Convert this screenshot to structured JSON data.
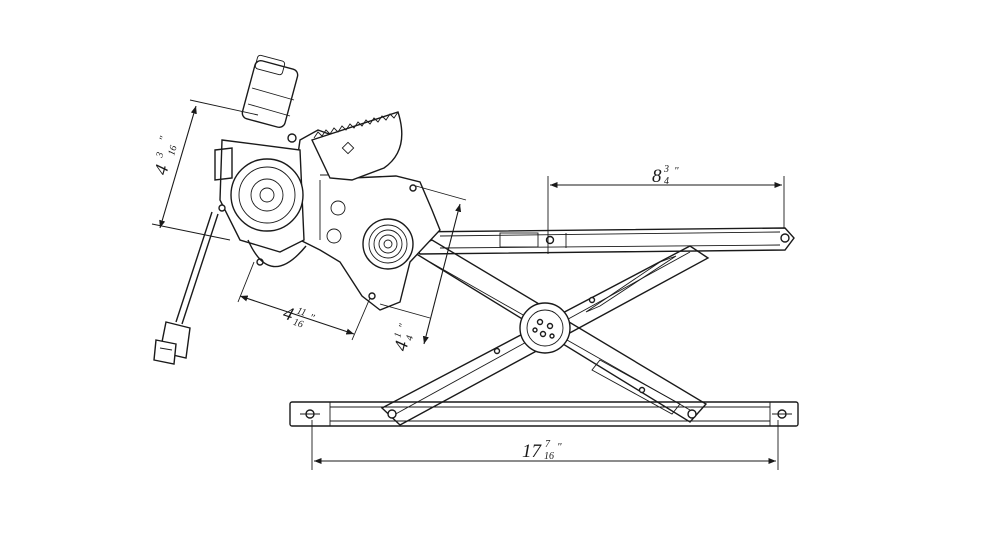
{
  "dimensions": {
    "motor_height": {
      "whole": "4",
      "num": "3",
      "den": "16",
      "unit": "\""
    },
    "arm_length": {
      "whole": "8",
      "num": "3",
      "den": "4",
      "unit": "\""
    },
    "bracket_width": {
      "whole": "4",
      "num": "11",
      "den": "16",
      "unit": "\""
    },
    "bracket_height": {
      "whole": "4",
      "num": "1",
      "den": "4",
      "unit": "\""
    },
    "overall_length": {
      "whole": "17",
      "num": "7",
      "den": "16",
      "unit": "\""
    }
  },
  "colors": {
    "line": "#1a1a1a",
    "background": "#ffffff"
  }
}
